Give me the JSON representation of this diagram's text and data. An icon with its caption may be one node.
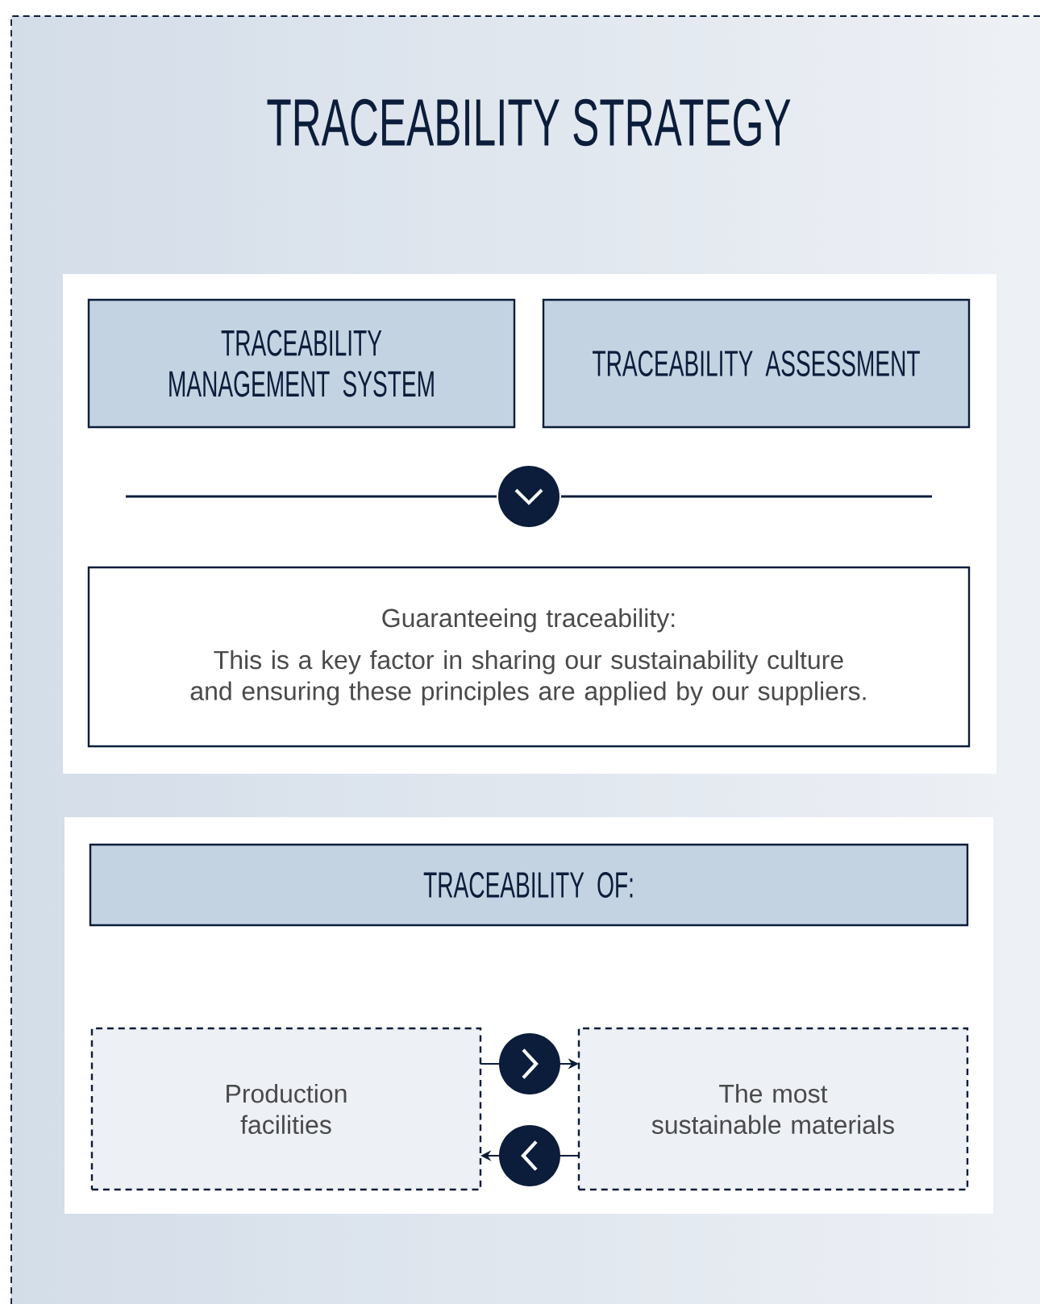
{
  "diagram": {
    "title": "TRACEABILITY STRATEGY",
    "nodes": [
      {
        "text": [],
        "shape": "box"
      },
      {
        "text": [
          "TRACEABILITY MANAGEMENT SYSTEM"
        ],
        "in": 0
      },
      {
        "text": [
          "TRACEABILITY ASSESSMENT"
        ],
        "in": 0
      },
      {
        "text": [
          "Guaranteeing traceability:",
          "This is a key factor in sharing our sustainability culture and ensuring these principles are applied by our suppliers."
        ],
        "in": 0
      },
      {
        "text": [],
        "shape": "box"
      },
      {
        "text": [
          "TRACEABILITY OF:"
        ],
        "in": 4
      },
      {
        "text": [
          "Production facilities"
        ],
        "in": 4
      },
      {
        "text": [
          "The most sustainable materials"
        ],
        "in": 4
      }
    ],
    "edges": [
      {
        "from": 6,
        "to": 7,
        "arrow": "to"
      },
      {
        "from": 7,
        "to": 6,
        "arrow": "to"
      }
    ]
  }
}
